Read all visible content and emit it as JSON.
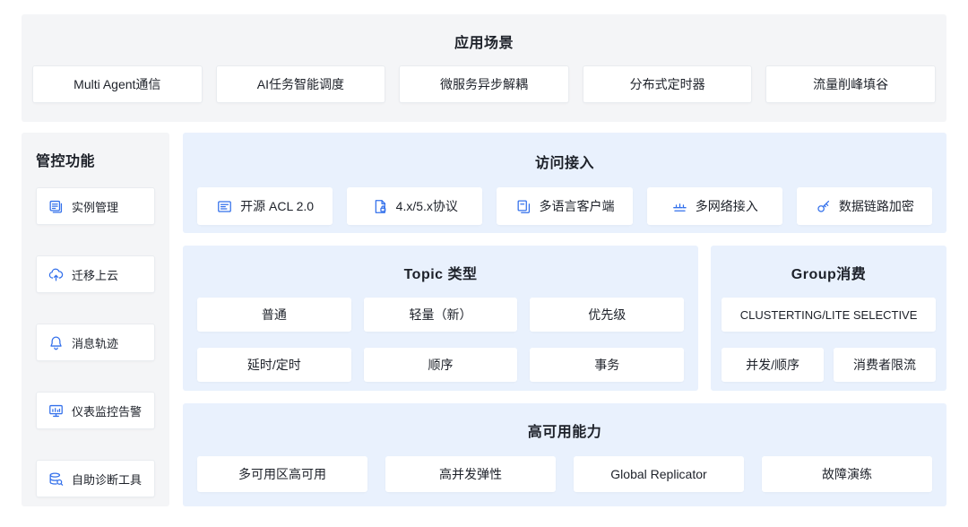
{
  "colors": {
    "accent_blue": "#3370eb",
    "panel_blue": "#e9f1fd",
    "panel_gray": "#f4f5f7",
    "card_white": "#ffffff",
    "text": "#1d2129"
  },
  "scenarios": {
    "title": "应用场景",
    "items": [
      "Multi Agent通信",
      "AI任务智能调度",
      "微服务异步解耦",
      "分布式定时器",
      "流量削峰填谷"
    ]
  },
  "management": {
    "title": "管控功能",
    "items": [
      {
        "label": "实例管理",
        "icon": "instance-icon"
      },
      {
        "label": "迁移上云",
        "icon": "cloud-migrate-icon"
      },
      {
        "label": "消息轨迹",
        "icon": "bell-icon"
      },
      {
        "label": "仪表监控告警",
        "icon": "dashboard-monitor-icon"
      },
      {
        "label": "自助诊断工具",
        "icon": "diagnose-tool-icon"
      }
    ]
  },
  "access": {
    "title": "访问接入",
    "items": [
      {
        "label": "开源 ACL 2.0",
        "icon": "acl-card-icon"
      },
      {
        "label": "4.x/5.x协议",
        "icon": "protocol-doc-icon"
      },
      {
        "label": "多语言客户端",
        "icon": "multi-client-icon"
      },
      {
        "label": "多网络接入",
        "icon": "network-access-icon"
      },
      {
        "label": "数据链路加密",
        "icon": "encrypt-key-icon"
      }
    ]
  },
  "topic": {
    "title": "Topic 类型",
    "rows": [
      [
        "普通",
        "轻量（新）",
        "优先级"
      ],
      [
        "延时/定时",
        "顺序",
        "事务"
      ]
    ]
  },
  "group": {
    "title": "Group消费",
    "wide": "CLUSTERTING/LITE SELECTIVE",
    "items": [
      "并发/顺序",
      "消费者限流"
    ]
  },
  "ha": {
    "title": "高可用能力",
    "items": [
      "多可用区高可用",
      "高并发弹性",
      "Global Replicator",
      "故障演练"
    ]
  }
}
